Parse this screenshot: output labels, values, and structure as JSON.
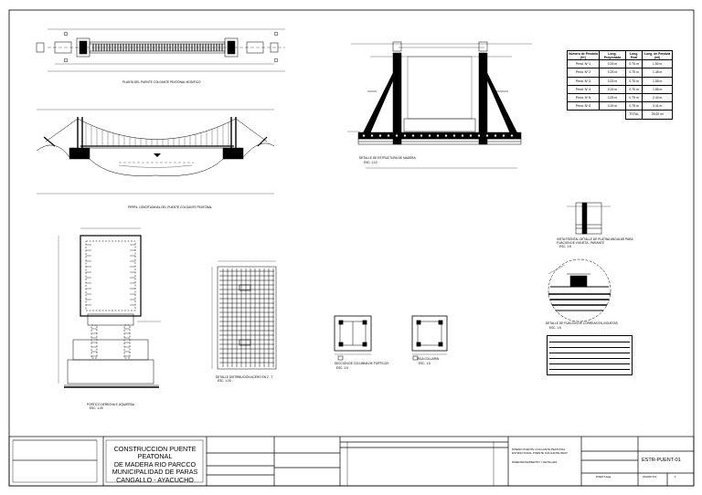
{
  "drawings": {
    "plan_caption": "PLANTA DEL PUENTE COLGANTE PEATONAL MODIFICO",
    "profile_caption": "PERFIL LONGITUDINAL DEL PUENTE COLGANTE PEATONAL",
    "wood_structure_caption": "DETALLE DE ESTRUCTURA DE MADERA",
    "wood_structure_scale": "ESC. 1:10",
    "plate_caption": "VISTA FRONTAL DETALLE DE PLATINA ANGULAR PARA",
    "plate_caption_2": "FIJACION DE VIGUETA - PARANTE",
    "plate_scale": "ESC. 1:5",
    "clamp_caption": "DETALLE DE FIJACION DE CORREAS EN VIGUETAS",
    "clamp_scale": "ESC. 1:5",
    "portal_caption": "PORTICO DERECHA E IZQUIERDA",
    "portal_scale": "ESC. 1:25",
    "rebar_caption": "DETALLE DISTRIBUCIÓN ACERO EN Z - T",
    "rebar_scale": "ESC. 1:25",
    "column_caption": "SECCION DE COLUMNA DE PORTICOS",
    "column_scale": "ESC. 1:5",
    "beam_caption": "VIGA COLLARIN",
    "beam_scale": "ESC. 1:5"
  },
  "pendolas": {
    "headers": [
      "Número de Péndola (Nº)",
      "Long. Proyectada",
      "Long. Real",
      "Long. de Péndola (ml)"
    ],
    "rows": [
      [
        "Pend. Nº 1",
        "0.25 m",
        "0.75 m",
        "1.50 m"
      ],
      [
        "Pend. Nº 2",
        "0.25 m",
        "0.75 m",
        "1.45 m"
      ],
      [
        "Pend. Nº 3",
        "0.25 m",
        "0.75 m",
        "1.55 m"
      ],
      [
        "Pend. Nº 4",
        "0.25 m",
        "0.75 m",
        "1.85 m"
      ],
      [
        "Pend. Nº 5",
        "0.25 m",
        "0.75 m",
        "2.40 m"
      ],
      [
        "Pend. Nº 6",
        "0.25 m",
        "0.75 m",
        "3.41 m"
      ]
    ],
    "total_label": "TOTAL",
    "total_value": "25.00 ml"
  },
  "title_block": {
    "project_line1": "CONSTRUCCION PUENTE PEATONAL",
    "project_line2": "DE MADERA RIO PARCCO",
    "project_line3": "MUNICIPALIDAD DE PARAS",
    "project_line4": "CANGALLO - AYACUCHO",
    "plan_name_line1": "DISEÑO PUENTE COLGANTE PEATONAL",
    "plan_name_line2": "ESTRUCTURAL PUENTE COLGANTE PEAT.",
    "plan_name_line3": "DIMENSIONAMIENTO Y DETALLES",
    "sheet_code": "ESTR-PUENT-01",
    "file_name": "PUENT.dwg",
    "date": "2020/07/13",
    "sheet_number": "1"
  }
}
